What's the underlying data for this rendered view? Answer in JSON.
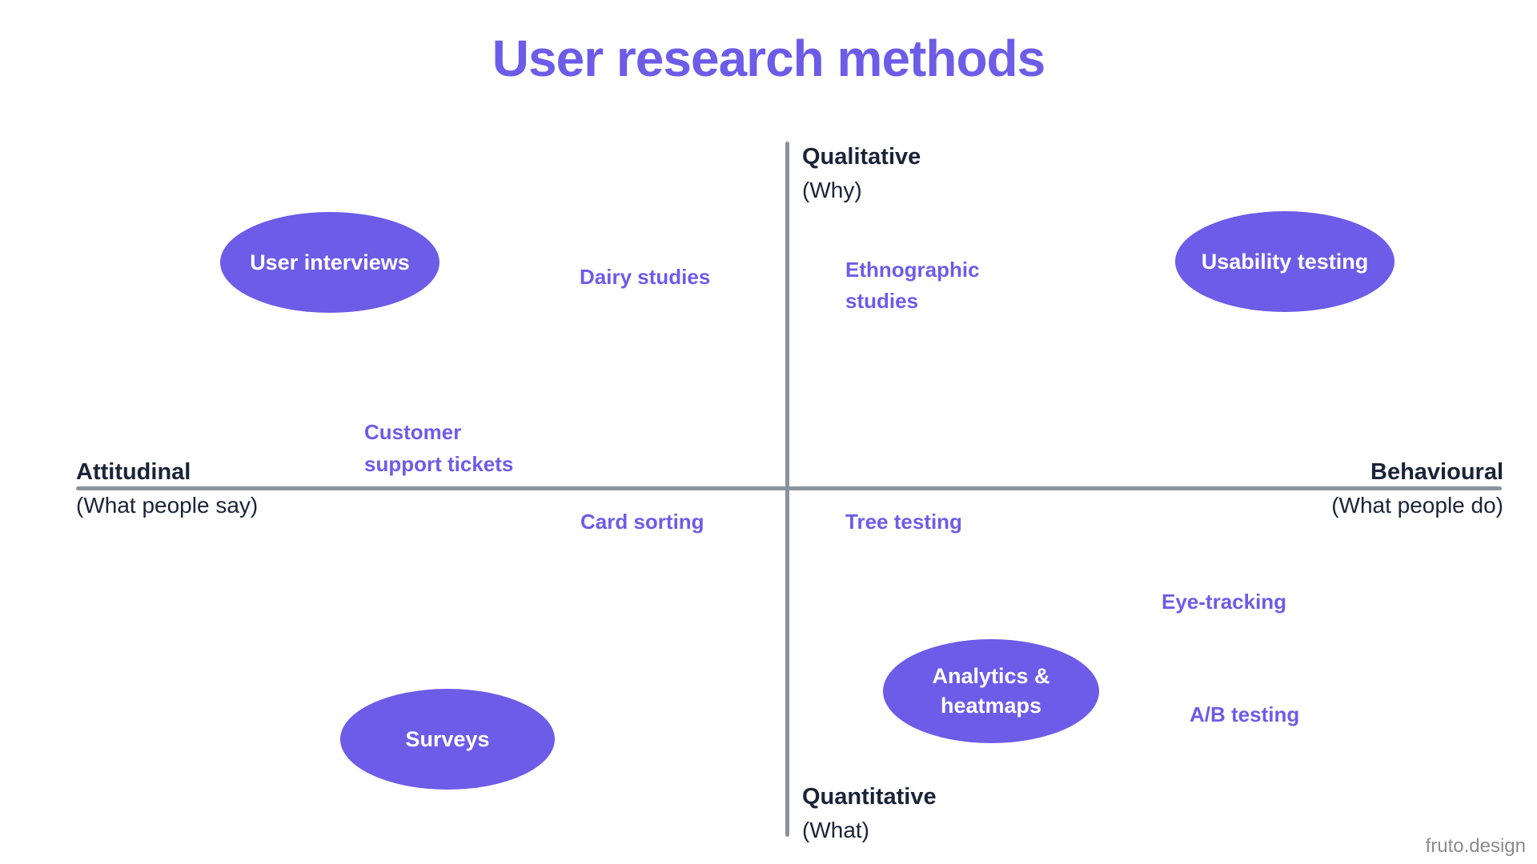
{
  "title": "User research methods",
  "axes": {
    "top": {
      "label": "Qualitative",
      "sub": "(Why)"
    },
    "bottom": {
      "label": "Quantitative",
      "sub": "(What)"
    },
    "left": {
      "label": "Attitudinal",
      "sub": "(What people say)"
    },
    "right": {
      "label": "Behavioural",
      "sub": "(What people do)"
    }
  },
  "methods": {
    "user_interviews": "User interviews",
    "usability_testing": "Usability testing",
    "surveys": "Surveys",
    "analytics_heatmaps": "Analytics & heatmaps",
    "dairy_studies": "Dairy studies",
    "ethnographic_studies": "Ethnographic studies",
    "customer_support_tickets": "Customer support tickets",
    "card_sorting": "Card sorting",
    "tree_testing": "Tree testing",
    "eye_tracking": "Eye-tracking",
    "ab_testing": "A/B testing"
  },
  "watermark": "fruto.design",
  "colors": {
    "accent_purple": "#6C5CE7",
    "axis_line_gray": "#8A929E",
    "dark_text": "#1A2337",
    "watermark_gray": "#8C8C8C",
    "ellipse_text": "#FFFFFF"
  }
}
